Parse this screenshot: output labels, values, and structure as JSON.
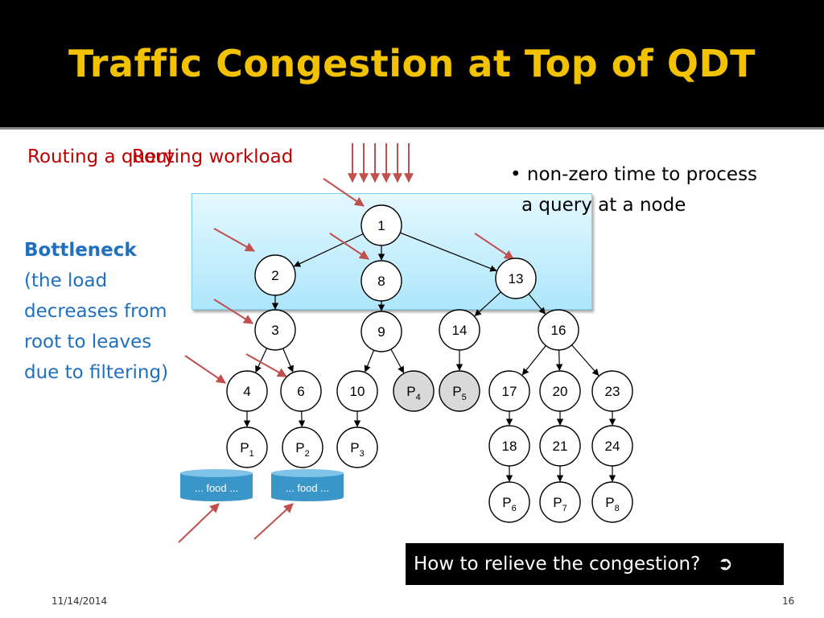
{
  "slide": {
    "title": "Traffic Congestion at Top of QDT",
    "date": "11/14/2014",
    "page_number": "16"
  },
  "overlay_labels": {
    "routing_text_back": "Routing a query",
    "routing_text_front": "Routing workload"
  },
  "bullets": [
    "non-zero time to process",
    "a query at a node"
  ],
  "bottleneck": {
    "heading": "Bottleneck",
    "lines": [
      "(the load",
      "decreases from",
      "root to leaves",
      "due to filtering)"
    ]
  },
  "tree": {
    "nodes": [
      {
        "id": "n1",
        "label": "1"
      },
      {
        "id": "n2",
        "label": "2"
      },
      {
        "id": "n8",
        "label": "8"
      },
      {
        "id": "n13",
        "label": "13"
      },
      {
        "id": "n3",
        "label": "3"
      },
      {
        "id": "n9",
        "label": "9"
      },
      {
        "id": "n14",
        "label": "14"
      },
      {
        "id": "n16",
        "label": "16"
      },
      {
        "id": "n4",
        "label": "4"
      },
      {
        "id": "n6",
        "label": "6"
      },
      {
        "id": "n10",
        "label": "10"
      },
      {
        "id": "p4",
        "label": "P",
        "sub": "4",
        "peer": true
      },
      {
        "id": "p5",
        "label": "P",
        "sub": "5",
        "peer": true
      },
      {
        "id": "n17",
        "label": "17"
      },
      {
        "id": "n20",
        "label": "20"
      },
      {
        "id": "n23",
        "label": "23"
      },
      {
        "id": "p1",
        "label": "P",
        "sub": "1"
      },
      {
        "id": "p2",
        "label": "P",
        "sub": "2"
      },
      {
        "id": "p3",
        "label": "P",
        "sub": "3"
      },
      {
        "id": "n18",
        "label": "18"
      },
      {
        "id": "n21",
        "label": "21"
      },
      {
        "id": "n24",
        "label": "24"
      },
      {
        "id": "p6",
        "label": "P",
        "sub": "6"
      },
      {
        "id": "p7",
        "label": "P",
        "sub": "7"
      },
      {
        "id": "p8",
        "label": "P",
        "sub": "8"
      }
    ],
    "edges": [
      [
        "n1",
        "n2"
      ],
      [
        "n1",
        "n8"
      ],
      [
        "n1",
        "n13"
      ],
      [
        "n2",
        "n3"
      ],
      [
        "n8",
        "n9"
      ],
      [
        "n13",
        "n14"
      ],
      [
        "n13",
        "n16"
      ],
      [
        "n3",
        "n4"
      ],
      [
        "n3",
        "n6"
      ],
      [
        "n9",
        "n10"
      ],
      [
        "n9",
        "p4"
      ],
      [
        "n14",
        "p5"
      ],
      [
        "n16",
        "n17"
      ],
      [
        "n16",
        "n20"
      ],
      [
        "n16",
        "n23"
      ],
      [
        "n4",
        "p1"
      ],
      [
        "n6",
        "p2"
      ],
      [
        "n10",
        "p3"
      ],
      [
        "n17",
        "n18"
      ],
      [
        "n20",
        "n21"
      ],
      [
        "n23",
        "n24"
      ],
      [
        "n18",
        "p6"
      ],
      [
        "n21",
        "p7"
      ],
      [
        "n24",
        "p8"
      ]
    ]
  },
  "databases": [
    {
      "id": "db1",
      "label": "... food ..."
    },
    {
      "id": "db2",
      "label": "... food ..."
    }
  ],
  "callout": {
    "text": "How to relieve the congestion?",
    "icon": "right-arrow-icon"
  },
  "colors": {
    "title": "#f2c200",
    "header_bg": "#000000",
    "routing_text": "#c00000",
    "bottleneck_text": "#1f6fbf",
    "arrow": "#c0504d",
    "peer_fill": "#d9d9d9",
    "db_fill": "#3a95c9"
  }
}
